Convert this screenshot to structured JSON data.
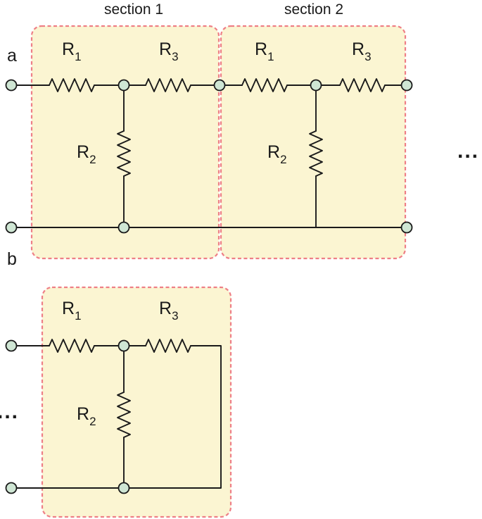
{
  "header": {
    "section1_title": "section 1",
    "section2_title": "section 2"
  },
  "terminals": {
    "a": "a",
    "b": "b"
  },
  "resistors": {
    "r1": {
      "base": "R",
      "sub": "1"
    },
    "r2": {
      "base": "R",
      "sub": "2"
    },
    "r3": {
      "base": "R",
      "sub": "3"
    }
  },
  "continuation": {
    "ellipsis": "..."
  },
  "colors": {
    "section_fill": "#fbf5d2",
    "section_border": "#ee7f86",
    "node_fill": "#cfe6d4",
    "wire": "#1a1a1a"
  }
}
